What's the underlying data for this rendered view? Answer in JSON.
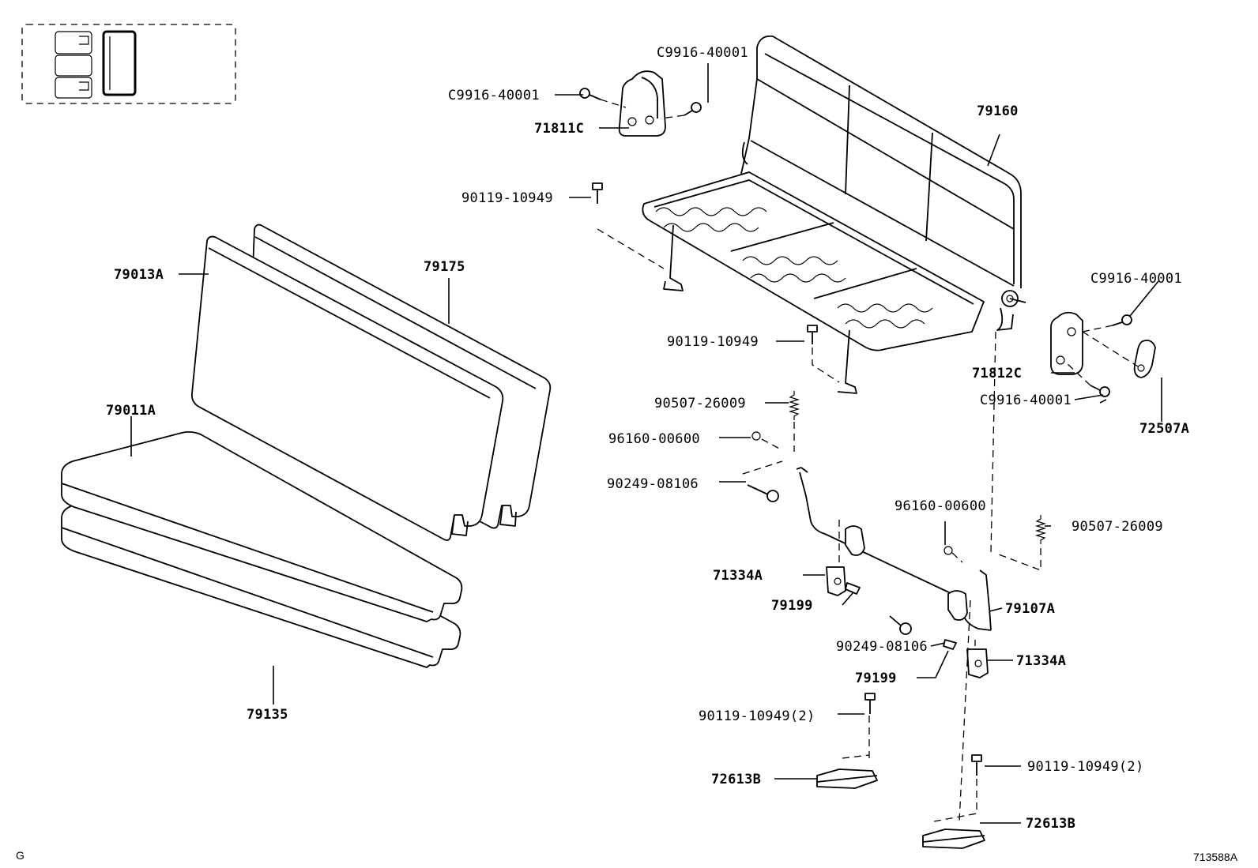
{
  "labels": {
    "c9916_top": "C9916-40001",
    "c9916_left": "C9916-40001",
    "c9916_right_top": "C9916-40001",
    "c9916_right_bottom": "C9916-40001",
    "p71811c": "71811C",
    "p71812c": "71812C",
    "p72507a": "72507A",
    "p79160": "79160",
    "p90119_a": "90119-10949",
    "p90119_b": "90119-10949",
    "p90119_c": "90119-10949(2)",
    "p90119_d": "90119-10949(2)",
    "p79013a": "79013A",
    "p79175": "79175",
    "p79011a": "79011A",
    "p79135": "79135",
    "p90507_a": "90507-26009",
    "p90507_b": "90507-26009",
    "p96160_a": "96160-00600",
    "p96160_b": "96160-00600",
    "p90249_a": "90249-08106",
    "p90249_b": "90249-08106",
    "p71334a_a": "71334A",
    "p71334a_b": "71334A",
    "p79199_a": "79199",
    "p79199_b": "79199",
    "p79107a": "79107A",
    "p72613b_a": "72613B",
    "p72613b_b": "72613B"
  },
  "footer": {
    "left_code": "G",
    "diagram_id": "713588A"
  }
}
